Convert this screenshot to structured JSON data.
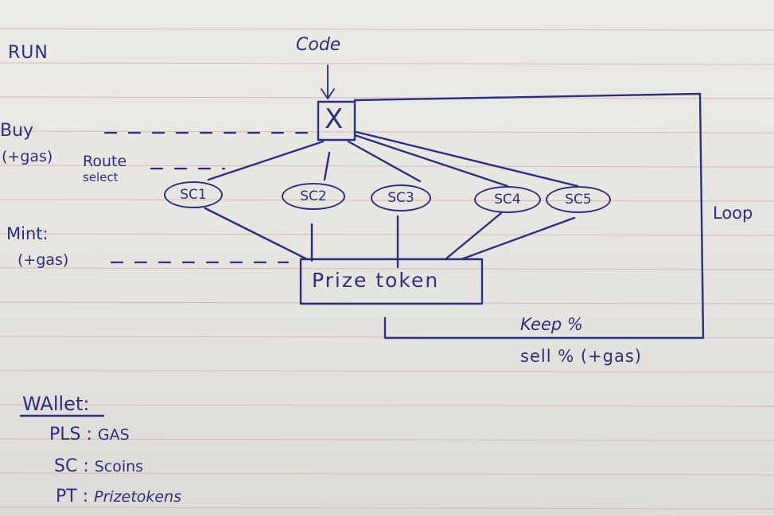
{
  "labels": {
    "run": "RUN",
    "code": "Code",
    "box_mark": "X",
    "buy": "Buy",
    "buy_gas": "(+gas)",
    "route": "Route",
    "select": "select",
    "mint": "Mint:",
    "mint_gas": "(+gas)",
    "loop": "Loop",
    "prize_token": "Prize token",
    "keep": "Keep %",
    "sell": "sell % (+gas)"
  },
  "contracts": [
    "SC1",
    "SC2",
    "SC3",
    "SC4",
    "SC5"
  ],
  "wallet": {
    "title": "WAllet:",
    "items": [
      {
        "key": "PLS",
        "value": "GAS"
      },
      {
        "key": "SC",
        "value": "Scoins"
      },
      {
        "key": "PT",
        "value": "Prizetokens"
      }
    ]
  },
  "colors": {
    "ink": "#2b2e86",
    "paper": "#e9e7e2",
    "rule": "#d9b9b4"
  }
}
